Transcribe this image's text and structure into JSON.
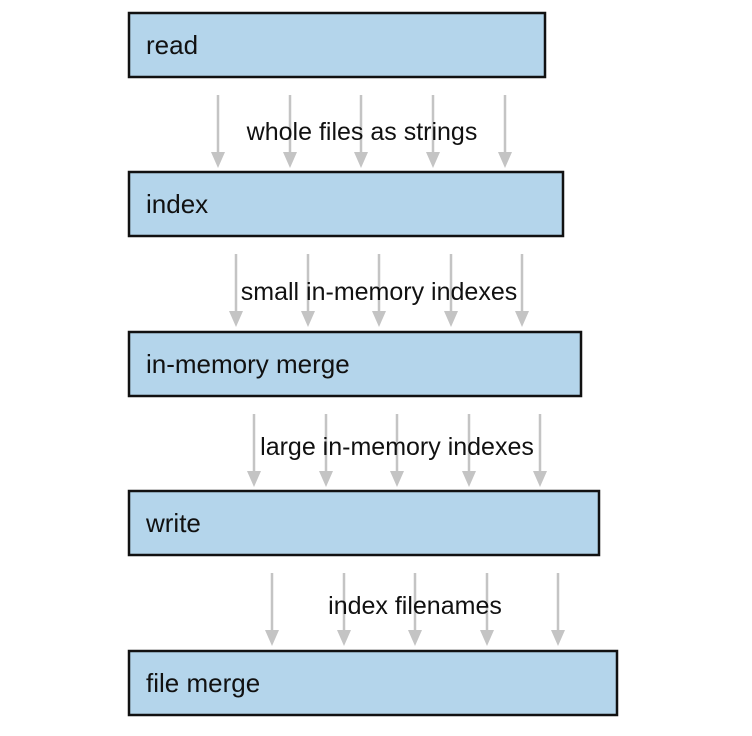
{
  "stages": [
    {
      "label": "read"
    },
    {
      "label": "index"
    },
    {
      "label": "in-memory merge"
    },
    {
      "label": "write"
    },
    {
      "label": "file merge"
    }
  ],
  "flows": [
    {
      "label": "whole files as strings"
    },
    {
      "label": "small in-memory indexes"
    },
    {
      "label": "large in-memory indexes"
    },
    {
      "label": "index filenames"
    }
  ],
  "colors": {
    "box_fill": "#b4d5eb",
    "box_stroke": "#111111",
    "arrow": "#c4c4c4"
  }
}
